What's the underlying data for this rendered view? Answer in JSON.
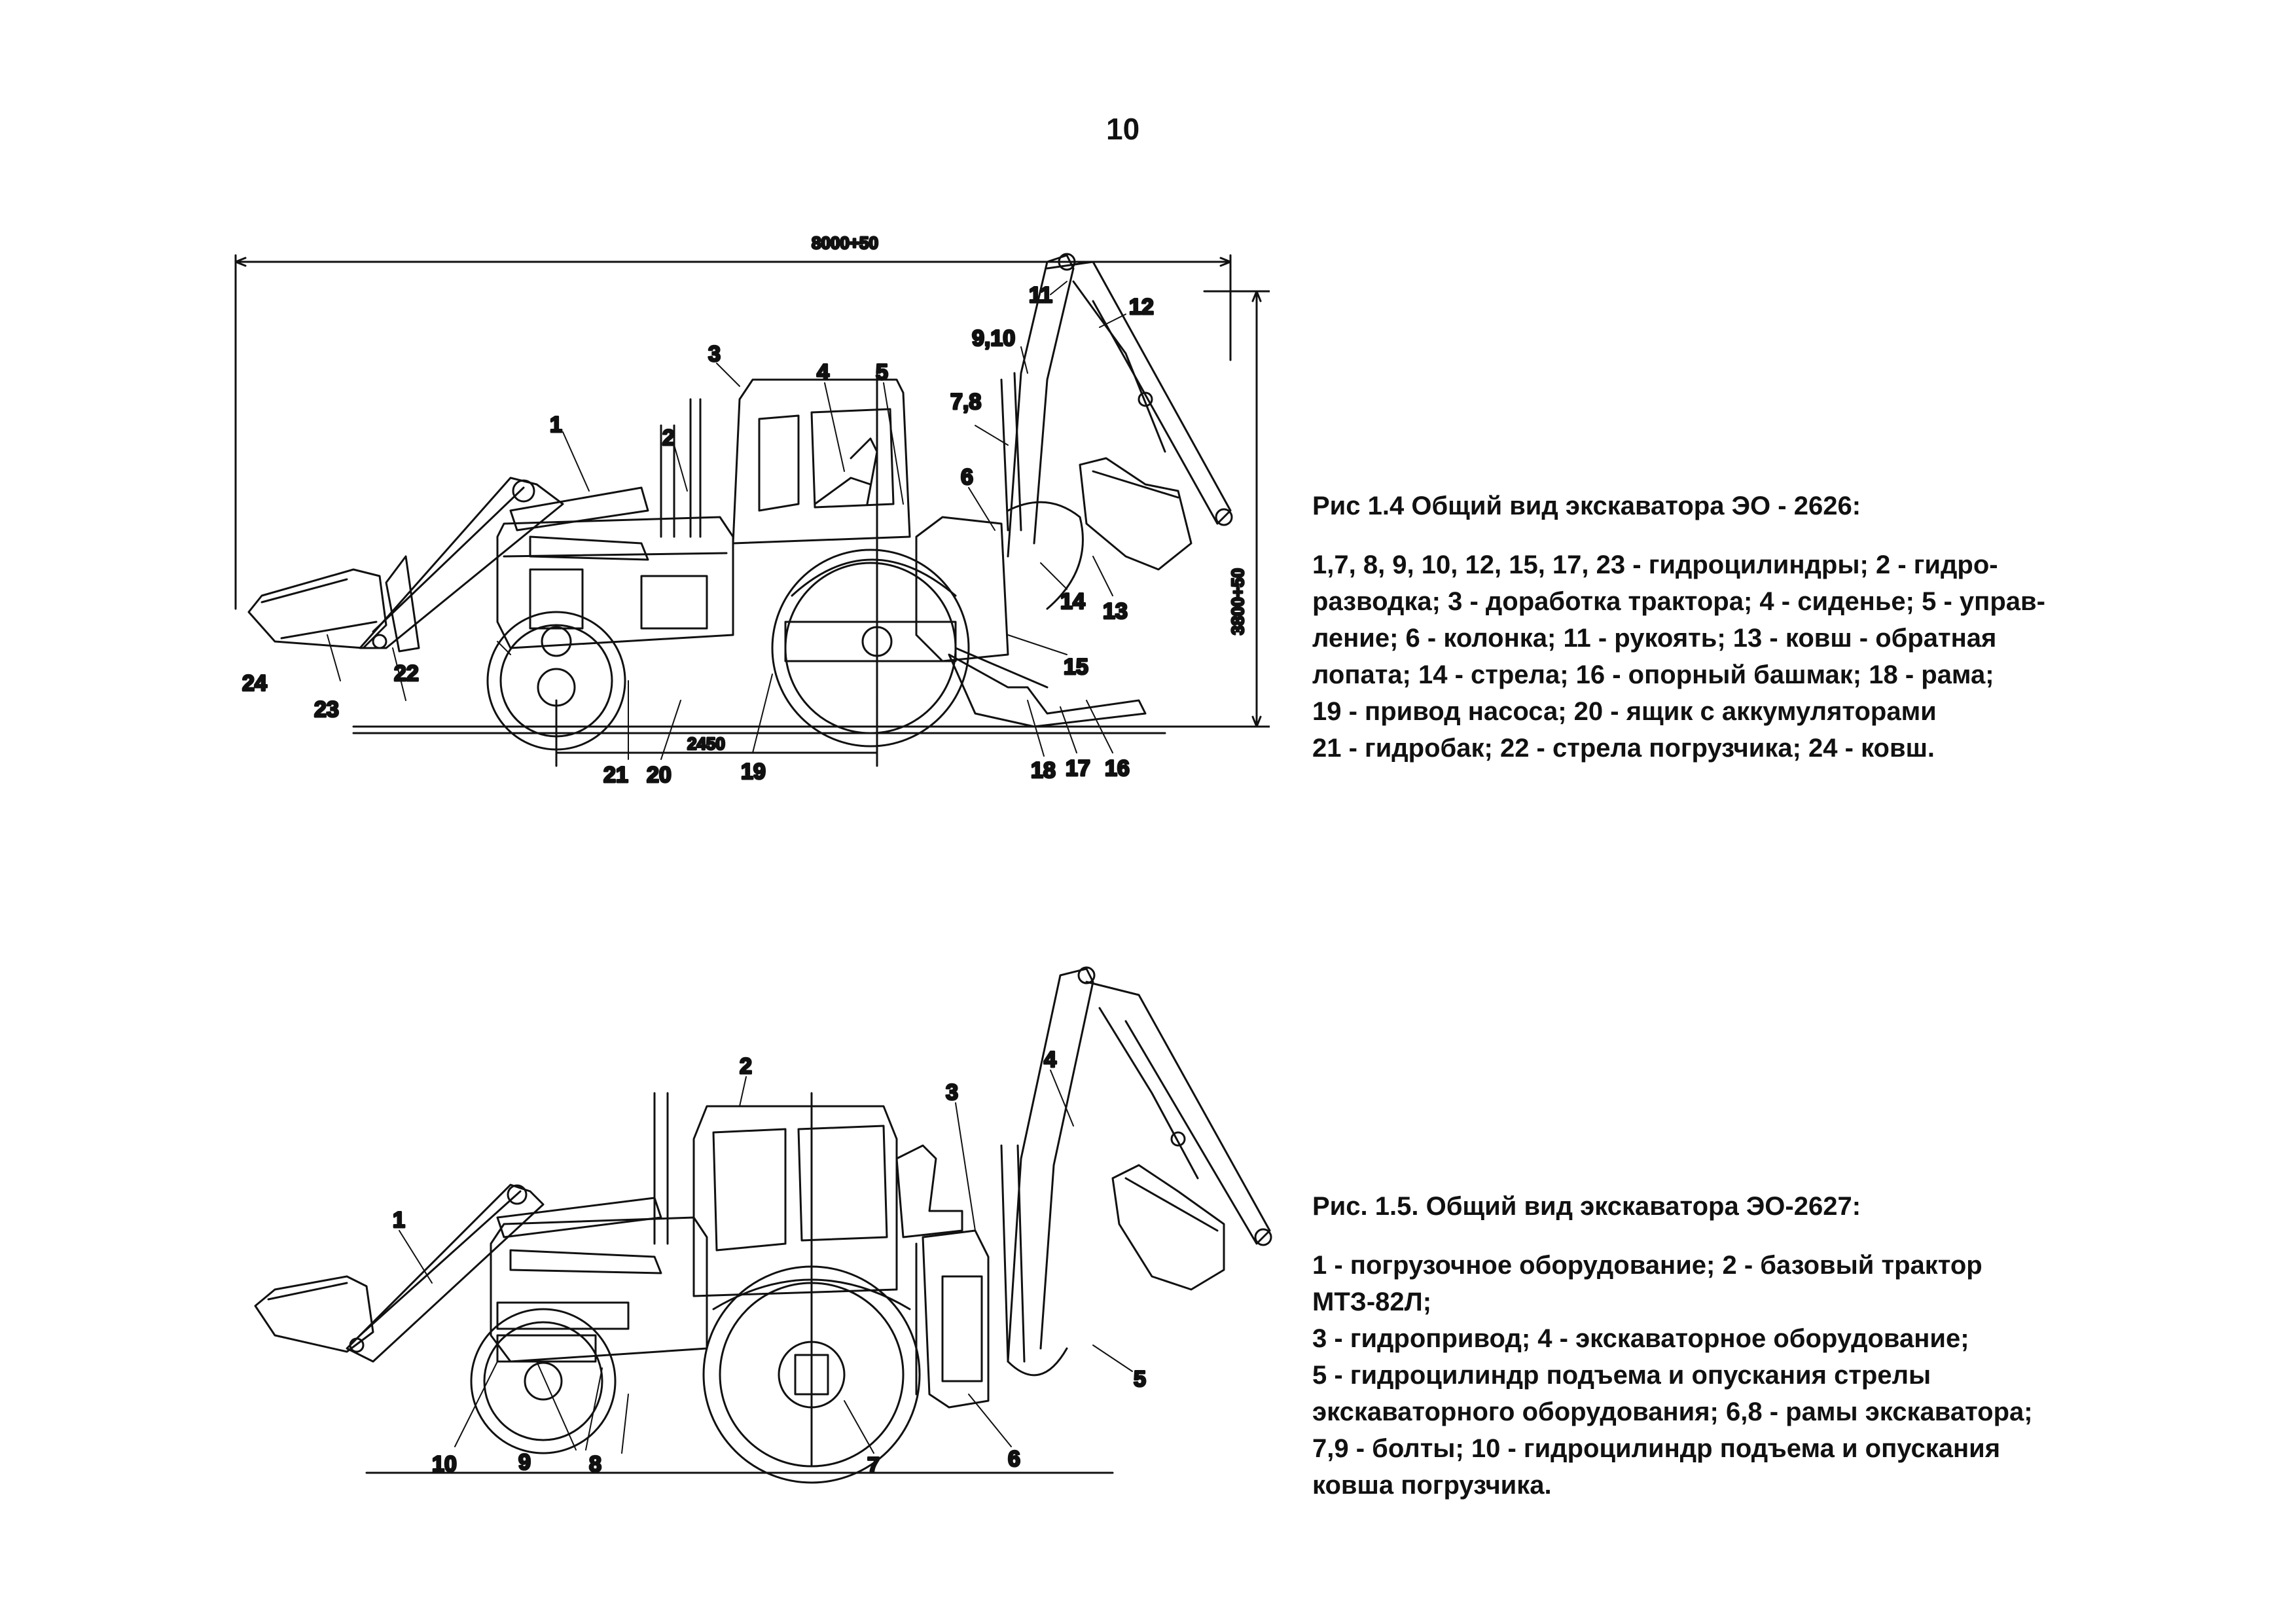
{
  "page_number": "10",
  "figure1": {
    "dimension_width": "8000+50",
    "dimension_height": "3800+50",
    "dimension_wheelbase": "2450",
    "labels": {
      "l1": "1",
      "l2": "2",
      "l3": "3",
      "l4": "4",
      "l5": "5",
      "l6": "6",
      "l78": "7,8",
      "l910": "9,10",
      "l11": "11",
      "l12": "12",
      "l13": "13",
      "l14": "14",
      "l15": "15",
      "l16": "16",
      "l17": "17",
      "l18": "18",
      "l19": "19",
      "l20": "20",
      "l21": "21",
      "l22": "22",
      "l23": "23",
      "l24": "24"
    },
    "caption_title": "Рис 1.4 Общий вид экскаватора ЭО - 2626:",
    "caption_lines": [
      "1,7, 8, 9, 10, 12, 15, 17, 23 - гидроцилиндры; 2 - гидро-",
      "разводка; 3 - доработка трактора; 4 - сиденье; 5 - управ-",
      "ление;  6 - колонка; 11 - рукоять; 13 - ковш - обратная",
      "лопата; 14 - стрела; 16 - опорный башмак; 18 - рама;",
      " 19  - привод насоса; 20 - ящик с аккумуляторами",
      "21 - гидробак; 22 - стрела погрузчика; 24 - ковш."
    ]
  },
  "figure2": {
    "labels": {
      "l1": "1",
      "l2": "2",
      "l3": "3",
      "l4": "4",
      "l5": "5",
      "l6": "6",
      "l7": "7",
      "l8": "8",
      "l9": "9",
      "l10": "10"
    },
    "caption_title": "Рис. 1.5. Общий вид экскаватора ЭО-2627:",
    "caption_lines": [
      "1 - погрузочное оборудование; 2 - базовый трактор",
      "МТЗ-82Л;",
      "3 - гидропривод; 4 - экскаваторное оборудование;",
      "5 - гидроцилиндр подъема и опускания стрелы",
      "экскаваторного оборудования;  6,8 - рамы экскаватора;",
      "7,9 - болты; 10 - гидроцилиндр подъема и опускания",
      "ковша погрузчика."
    ]
  }
}
